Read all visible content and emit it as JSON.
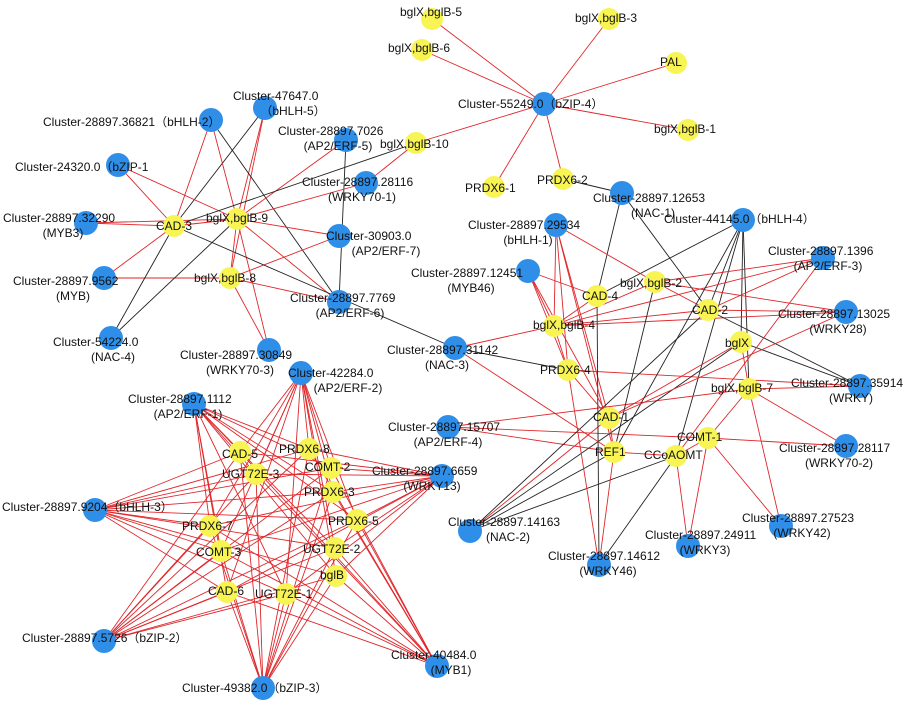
{
  "colors": {
    "edge_red": "#e0262a",
    "edge_black": "#222222",
    "node_yellow": "#f7f454",
    "node_blue": "#2e8ee8"
  },
  "nodes": {
    "n_bglx5": {
      "label": "bglX,bglB-5",
      "type": "gene"
    },
    "n_bglx3": {
      "label": "bglX,bglB-3",
      "type": "gene"
    },
    "n_bglx6": {
      "label": "bglX,bglB-6",
      "type": "gene"
    },
    "n_pal": {
      "label": "PAL",
      "type": "gene"
    },
    "n_c55249": {
      "label": "Cluster-55249.0（bZIP-4）",
      "type": "tf"
    },
    "n_bglx1": {
      "label": "bglX,bglB-1",
      "type": "gene"
    },
    "n_bglx10": {
      "label": "bglX,bglB-10",
      "type": "gene"
    },
    "n_prdx61": {
      "label": "PRDX6-1",
      "type": "gene"
    },
    "n_prdx62": {
      "label": "PRDX6-2",
      "type": "gene"
    },
    "n_c47647": {
      "label": "Cluster-47647.0",
      "sub": "（bHLH-5）",
      "type": "tf"
    },
    "n_c36821": {
      "label": "Cluster-28897.36821（bHLH-2）",
      "type": "tf"
    },
    "n_c7026": {
      "label": "Cluster-28897.7026",
      "sub": "(AP2/ERF-5)",
      "type": "tf"
    },
    "n_c24320": {
      "label": "Cluster-24320.0（bZIP-1",
      "type": "tf"
    },
    "n_c28116": {
      "label": "Cluster-28897.28116",
      "sub": "(WRKY70-1)",
      "type": "tf"
    },
    "n_c32290": {
      "label": "Cluster-28897.32290",
      "sub": "(MYB3)",
      "type": "tf"
    },
    "n_cad3": {
      "label": "CAD-3",
      "type": "gene"
    },
    "n_bglx9": {
      "label": "bglX,bglB-9",
      "type": "gene"
    },
    "n_c30903": {
      "label": "Cluster-30903.0",
      "sub": "(AP2/ERF-7)",
      "type": "tf"
    },
    "n_c9562": {
      "label": "Cluster-28897.9562",
      "sub": "(MYB)",
      "type": "tf"
    },
    "n_bglx8": {
      "label": "bglX,bglB-8",
      "type": "gene"
    },
    "n_c7769": {
      "label": "Cluster-28897.7769",
      "sub": "(AP2/ERF-6)",
      "type": "tf"
    },
    "n_c54224": {
      "label": "Cluster-54224.0",
      "sub": "(NAC-4)",
      "type": "tf"
    },
    "n_c30849": {
      "label": "Cluster-28897.30849",
      "sub": "(WRKY70-3)",
      "type": "tf"
    },
    "n_c12653": {
      "label": "Cluster-28897.12653",
      "sub": "(NAC-1)",
      "type": "tf"
    },
    "n_c29534": {
      "label": "Cluster-28897.29534",
      "sub": "(bHLH-1)",
      "type": "tf"
    },
    "n_c44145": {
      "label": "Cluster-44145.0（bHLH-4）",
      "type": "tf"
    },
    "n_c12451": {
      "label": "Cluster-28897.12451",
      "sub": "(MYB46)",
      "type": "tf"
    },
    "n_cad4": {
      "label": "CAD-4",
      "type": "gene"
    },
    "n_bglx2": {
      "label": "bglX,bglB-2",
      "type": "gene"
    },
    "n_c1396": {
      "label": "Cluster-28897.1396",
      "sub": "(AP2/ERF-3)",
      "type": "tf"
    },
    "n_cad2": {
      "label": "CAD-2",
      "type": "gene"
    },
    "n_bglx4": {
      "label": "bglX,bglB-4",
      "type": "gene"
    },
    "n_c13025": {
      "label": "Cluster-28897.13025",
      "sub": "(WRKY28)",
      "type": "tf"
    },
    "n_c31142": {
      "label": "Cluster-28897.31142",
      "sub": "(NAC-3)",
      "type": "tf"
    },
    "n_bglx": {
      "label": "bglX",
      "type": "gene"
    },
    "n_prdx64": {
      "label": "PRDX6-4",
      "type": "gene"
    },
    "n_bglx7": {
      "label": "bglX,bglB-7",
      "type": "gene"
    },
    "n_c35914": {
      "label": "Cluster-28897.35914",
      "sub": "(WRKY)",
      "type": "tf"
    },
    "n_c42284": {
      "label": "Cluster-42284.0",
      "sub": "(AP2/ERF-2)",
      "type": "tf"
    },
    "n_c1112": {
      "label": "Cluster-28897.1112",
      "sub": "(AP2/ERF-1)",
      "type": "tf"
    },
    "n_c15707": {
      "label": "Cluster-28897.15707",
      "sub": "(AP2/ERF-4)",
      "type": "tf"
    },
    "n_cad1": {
      "label": "CAD-1",
      "type": "gene"
    },
    "n_comt1": {
      "label": "COMT-1",
      "type": "gene"
    },
    "n_c28117": {
      "label": "Cluster-28897.28117",
      "sub": "(WRKY70-2)",
      "type": "tf"
    },
    "n_ref1": {
      "label": "REF1",
      "type": "gene"
    },
    "n_ccoaomt": {
      "label": "CCoAOMT",
      "type": "gene"
    },
    "n_cad5": {
      "label": "CAD-5",
      "type": "gene"
    },
    "n_prdx68": {
      "label": "PRDX6-8",
      "type": "gene"
    },
    "n_comt2": {
      "label": "COMT-2",
      "type": "gene"
    },
    "n_ugt3": {
      "label": "UGT72E-3",
      "type": "gene"
    },
    "n_c6659": {
      "label": "Cluster-28897.6659",
      "sub": "(WRKY13)",
      "type": "tf"
    },
    "n_prdx63": {
      "label": "PRDX6-3",
      "type": "gene"
    },
    "n_c9204": {
      "label": "Cluster-28897.9204（bHLH-3）",
      "type": "tf"
    },
    "n_prdx67": {
      "label": "PRDX6-7",
      "type": "gene"
    },
    "n_prdx65": {
      "label": "PRDX6-5",
      "type": "gene"
    },
    "n_c14163": {
      "label": "Cluster-28897.14163",
      "sub": "(NAC-2)",
      "type": "tf"
    },
    "n_c27523": {
      "label": "Cluster-28897.27523",
      "sub": "(WRKY42)",
      "type": "tf"
    },
    "n_comt3": {
      "label": "COMT-3",
      "type": "gene"
    },
    "n_ugt2": {
      "label": "UGT72E-2",
      "type": "gene"
    },
    "n_c24911": {
      "label": "Cluster-28897.24911",
      "sub": "(WRKY3)",
      "type": "tf"
    },
    "n_c14612": {
      "label": "Cluster-28897.14612",
      "sub": "(WRKY46)",
      "type": "tf"
    },
    "n_cad6": {
      "label": "CAD-6",
      "type": "gene"
    },
    "n_ugt1": {
      "label": "UGT72E-1",
      "type": "gene"
    },
    "n_bglb": {
      "label": "bglB",
      "type": "gene"
    },
    "n_c5726": {
      "label": "Cluster-28897.5726（bZIP-2）",
      "type": "tf"
    },
    "n_c40484": {
      "label": "Cluster-40484.0",
      "sub": "(MYB1)",
      "type": "tf"
    },
    "n_c49382": {
      "label": "Cluster-49382.0（bZIP-3）",
      "type": "tf"
    }
  },
  "edges": [
    [
      "n_c55249",
      "n_bglx5",
      "r"
    ],
    [
      "n_c55249",
      "n_bglx3",
      "r"
    ],
    [
      "n_c55249",
      "n_bglx6",
      "r"
    ],
    [
      "n_c55249",
      "n_pal",
      "r"
    ],
    [
      "n_c55249",
      "n_bglx1",
      "r"
    ],
    [
      "n_c55249",
      "n_bglx10",
      "r"
    ],
    [
      "n_c55249",
      "n_prdx61",
      "r"
    ],
    [
      "n_c55249",
      "n_prdx62",
      "r"
    ],
    [
      "n_bglx10",
      "n_c28116",
      "r"
    ],
    [
      "n_c47647",
      "n_bglx9",
      "r"
    ],
    [
      "n_c47647",
      "n_bglx8",
      "r"
    ],
    [
      "n_c47647",
      "n_cad3",
      "k"
    ],
    [
      "n_c36821",
      "n_cad3",
      "r"
    ],
    [
      "n_c36821",
      "n_bglx9",
      "r"
    ],
    [
      "n_c36821",
      "n_c7769",
      "k"
    ],
    [
      "n_c7026",
      "n_bglx9",
      "r"
    ],
    [
      "n_c7026",
      "n_c7769",
      "k"
    ],
    [
      "n_c24320",
      "n_cad3",
      "r"
    ],
    [
      "n_c24320",
      "n_bglx9",
      "r"
    ],
    [
      "n_c28116",
      "n_bglx9",
      "r"
    ],
    [
      "n_c32290",
      "n_cad3",
      "r"
    ],
    [
      "n_c32290",
      "n_bglx9",
      "r"
    ],
    [
      "n_c30903",
      "n_bglx9",
      "r"
    ],
    [
      "n_c30903",
      "n_bglx8",
      "r"
    ],
    [
      "n_c9562",
      "n_cad3",
      "r"
    ],
    [
      "n_c9562",
      "n_bglx8",
      "r"
    ],
    [
      "n_c7769",
      "n_bglx9",
      "r"
    ],
    [
      "n_c7769",
      "n_bglx8",
      "r"
    ],
    [
      "n_c54224",
      "n_cad3",
      "k"
    ],
    [
      "n_c54224",
      "n_bglx9",
      "k"
    ],
    [
      "n_c30849",
      "n_bglx9",
      "r"
    ],
    [
      "n_c30849",
      "n_bglx8",
      "r"
    ],
    [
      "n_cad3",
      "n_c31142",
      "k"
    ],
    [
      "n_bglx10",
      "n_cad3",
      "k"
    ],
    [
      "n_cad3",
      "n_bglx9",
      "r"
    ],
    [
      "n_bglx9",
      "n_bglx8",
      "r"
    ],
    [
      "n_prdx62",
      "n_c12653",
      "k"
    ],
    [
      "n_c12653",
      "n_cad4",
      "k"
    ],
    [
      "n_c12653",
      "n_cad2",
      "k"
    ],
    [
      "n_c44145",
      "n_cad4",
      "k"
    ],
    [
      "n_c44145",
      "n_cad2",
      "k"
    ],
    [
      "n_c44145",
      "n_bglx",
      "k"
    ],
    [
      "n_c44145",
      "n_bglx7",
      "k"
    ],
    [
      "n_c44145",
      "n_ccoaomt",
      "k"
    ],
    [
      "n_c29534",
      "n_bglx4",
      "r"
    ],
    [
      "n_c29534",
      "n_prdx64",
      "r"
    ],
    [
      "n_c29534",
      "n_cad1",
      "r"
    ],
    [
      "n_c29534",
      "n_bglx2",
      "r"
    ],
    [
      "n_c12451",
      "n_bglx4",
      "r"
    ],
    [
      "n_c12451",
      "n_prdx64",
      "r"
    ],
    [
      "n_c12451",
      "n_cad4",
      "r"
    ],
    [
      "n_c1396",
      "n_bglx2",
      "r"
    ],
    [
      "n_c1396",
      "n_cad2",
      "r"
    ],
    [
      "n_c1396",
      "n_bglx4",
      "r"
    ],
    [
      "n_c13025",
      "n_bglx4",
      "r"
    ],
    [
      "n_c13025",
      "n_cad2",
      "r"
    ],
    [
      "n_c13025",
      "n_bglx2",
      "r"
    ],
    [
      "n_c35914",
      "n_bglx",
      "k"
    ],
    [
      "n_c35914",
      "n_cad2",
      "k"
    ],
    [
      "n_c35914",
      "n_bglx7",
      "r"
    ],
    [
      "n_c35914",
      "n_prdx64",
      "r"
    ],
    [
      "n_c31142",
      "n_prdx64",
      "k"
    ],
    [
      "n_c31142",
      "n_bglx4",
      "r"
    ],
    [
      "n_c15707",
      "n_ref1",
      "r"
    ],
    [
      "n_c15707",
      "n_comt1",
      "r"
    ],
    [
      "n_c15707",
      "n_bglx7",
      "r"
    ],
    [
      "n_c28117",
      "n_comt1",
      "r"
    ],
    [
      "n_c28117",
      "n_bglx7",
      "r"
    ],
    [
      "n_c14163",
      "n_ref1",
      "k"
    ],
    [
      "n_c14163",
      "n_ccoaomt",
      "k"
    ],
    [
      "n_c14163",
      "n_bglx",
      "k"
    ],
    [
      "n_c14163",
      "n_cad2",
      "k"
    ],
    [
      "n_c14163",
      "n_cad1",
      "r"
    ],
    [
      "n_c14612",
      "n_ref1",
      "r"
    ],
    [
      "n_c14612",
      "n_ccoaomt",
      "k"
    ],
    [
      "n_c14612",
      "n_cad4",
      "k"
    ],
    [
      "n_c14612",
      "n_prdx64",
      "r"
    ],
    [
      "n_c24911",
      "n_ccoaomt",
      "r"
    ],
    [
      "n_c24911",
      "n_comt1",
      "r"
    ],
    [
      "n_c27523",
      "n_bglx7",
      "r"
    ],
    [
      "n_c27523",
      "n_comt1",
      "r"
    ],
    [
      "n_cad4",
      "n_bglx4",
      "r"
    ],
    [
      "n_bglx2",
      "n_bglx4",
      "r"
    ],
    [
      "n_cad2",
      "n_bglx4",
      "r"
    ],
    [
      "n_bglx4",
      "n_prdx64",
      "r"
    ],
    [
      "n_prdx64",
      "n_cad1",
      "r"
    ],
    [
      "n_cad1",
      "n_ref1",
      "r"
    ],
    [
      "n_ref1",
      "n_ccoaomt",
      "r"
    ],
    [
      "n_ccoaomt",
      "n_comt1",
      "r"
    ],
    [
      "n_comt1",
      "n_bglx7",
      "r"
    ],
    [
      "n_bglx",
      "n_bglx7",
      "r"
    ],
    [
      "n_bglx2",
      "n_cad2",
      "r"
    ],
    [
      "n_cad1",
      "n_bglx",
      "r"
    ],
    [
      "n_ref1",
      "n_bglx2",
      "k"
    ],
    [
      "n_c12451",
      "n_cad1",
      "r"
    ],
    [
      "n_c31142",
      "n_ref1",
      "r"
    ],
    [
      "n_c44145",
      "n_ref1",
      "k"
    ],
    [
      "n_c29534",
      "n_ref1",
      "r"
    ],
    [
      "n_c13025",
      "n_cad1",
      "r"
    ],
    [
      "n_c1396",
      "n_ccoaomt",
      "r"
    ],
    [
      "n_c42284",
      "n_cad5",
      "r"
    ],
    [
      "n_c42284",
      "n_ugt3",
      "r"
    ],
    [
      "n_c42284",
      "n_prdx67",
      "r"
    ],
    [
      "n_c42284",
      "n_comt3",
      "r"
    ],
    [
      "n_c42284",
      "n_prdx68",
      "r"
    ],
    [
      "n_c42284",
      "n_comt2",
      "r"
    ],
    [
      "n_c42284",
      "n_prdx63",
      "r"
    ],
    [
      "n_c42284",
      "n_prdx65",
      "r"
    ],
    [
      "n_c42284",
      "n_ugt2",
      "r"
    ],
    [
      "n_c42284",
      "n_bglb",
      "r"
    ],
    [
      "n_c42284",
      "n_cad6",
      "r"
    ],
    [
      "n_c42284",
      "n_ugt1",
      "r"
    ],
    [
      "n_c1112",
      "n_cad5",
      "r"
    ],
    [
      "n_c1112",
      "n_ugt3",
      "r"
    ],
    [
      "n_c1112",
      "n_prdx67",
      "r"
    ],
    [
      "n_c1112",
      "n_comt3",
      "r"
    ],
    [
      "n_c1112",
      "n_prdx68",
      "r"
    ],
    [
      "n_c1112",
      "n_comt2",
      "r"
    ],
    [
      "n_c1112",
      "n_prdx63",
      "r"
    ],
    [
      "n_c1112",
      "n_prdx65",
      "r"
    ],
    [
      "n_c1112",
      "n_ugt2",
      "r"
    ],
    [
      "n_c1112",
      "n_bglb",
      "r"
    ],
    [
      "n_c1112",
      "n_cad6",
      "r"
    ],
    [
      "n_c1112",
      "n_ugt1",
      "r"
    ],
    [
      "n_c6659",
      "n_cad5",
      "r"
    ],
    [
      "n_c6659",
      "n_ugt3",
      "r"
    ],
    [
      "n_c6659",
      "n_prdx67",
      "r"
    ],
    [
      "n_c6659",
      "n_comt3",
      "r"
    ],
    [
      "n_c6659",
      "n_prdx68",
      "r"
    ],
    [
      "n_c6659",
      "n_comt2",
      "r"
    ],
    [
      "n_c6659",
      "n_prdx63",
      "r"
    ],
    [
      "n_c6659",
      "n_prdx65",
      "r"
    ],
    [
      "n_c6659",
      "n_ugt2",
      "r"
    ],
    [
      "n_c6659",
      "n_bglb",
      "r"
    ],
    [
      "n_c6659",
      "n_cad6",
      "r"
    ],
    [
      "n_c6659",
      "n_ugt1",
      "r"
    ],
    [
      "n_c9204",
      "n_cad5",
      "r"
    ],
    [
      "n_c9204",
      "n_ugt3",
      "r"
    ],
    [
      "n_c9204",
      "n_prdx67",
      "r"
    ],
    [
      "n_c9204",
      "n_comt3",
      "r"
    ],
    [
      "n_c9204",
      "n_prdx68",
      "r"
    ],
    [
      "n_c9204",
      "n_comt2",
      "r"
    ],
    [
      "n_c9204",
      "n_prdx63",
      "r"
    ],
    [
      "n_c9204",
      "n_prdx65",
      "r"
    ],
    [
      "n_c9204",
      "n_ugt2",
      "r"
    ],
    [
      "n_c9204",
      "n_bglb",
      "r"
    ],
    [
      "n_c9204",
      "n_cad6",
      "r"
    ],
    [
      "n_c9204",
      "n_ugt1",
      "r"
    ],
    [
      "n_c5726",
      "n_cad5",
      "r"
    ],
    [
      "n_c5726",
      "n_ugt3",
      "r"
    ],
    [
      "n_c5726",
      "n_prdx67",
      "r"
    ],
    [
      "n_c5726",
      "n_comt3",
      "r"
    ],
    [
      "n_c5726",
      "n_prdx68",
      "r"
    ],
    [
      "n_c5726",
      "n_comt2",
      "r"
    ],
    [
      "n_c5726",
      "n_prdx63",
      "r"
    ],
    [
      "n_c5726",
      "n_prdx65",
      "r"
    ],
    [
      "n_c5726",
      "n_ugt2",
      "r"
    ],
    [
      "n_c5726",
      "n_bglb",
      "r"
    ],
    [
      "n_c5726",
      "n_cad6",
      "r"
    ],
    [
      "n_c5726",
      "n_ugt1",
      "r"
    ],
    [
      "n_c49382",
      "n_cad5",
      "r"
    ],
    [
      "n_c49382",
      "n_ugt3",
      "r"
    ],
    [
      "n_c49382",
      "n_prdx67",
      "r"
    ],
    [
      "n_c49382",
      "n_comt3",
      "r"
    ],
    [
      "n_c49382",
      "n_prdx68",
      "r"
    ],
    [
      "n_c49382",
      "n_comt2",
      "r"
    ],
    [
      "n_c49382",
      "n_prdx63",
      "r"
    ],
    [
      "n_c49382",
      "n_prdx65",
      "r"
    ],
    [
      "n_c49382",
      "n_ugt2",
      "r"
    ],
    [
      "n_c49382",
      "n_bglb",
      "r"
    ],
    [
      "n_c49382",
      "n_cad6",
      "r"
    ],
    [
      "n_c49382",
      "n_ugt1",
      "r"
    ],
    [
      "n_c40484",
      "n_cad5",
      "r"
    ],
    [
      "n_c40484",
      "n_ugt3",
      "r"
    ],
    [
      "n_c40484",
      "n_prdx67",
      "r"
    ],
    [
      "n_c40484",
      "n_comt3",
      "r"
    ],
    [
      "n_c40484",
      "n_prdx68",
      "r"
    ],
    [
      "n_c40484",
      "n_comt2",
      "r"
    ],
    [
      "n_c40484",
      "n_prdx63",
      "r"
    ],
    [
      "n_c40484",
      "n_prdx65",
      "r"
    ],
    [
      "n_c40484",
      "n_ugt2",
      "r"
    ],
    [
      "n_c40484",
      "n_bglb",
      "r"
    ],
    [
      "n_c40484",
      "n_cad6",
      "r"
    ],
    [
      "n_c40484",
      "n_ugt1",
      "r"
    ]
  ]
}
